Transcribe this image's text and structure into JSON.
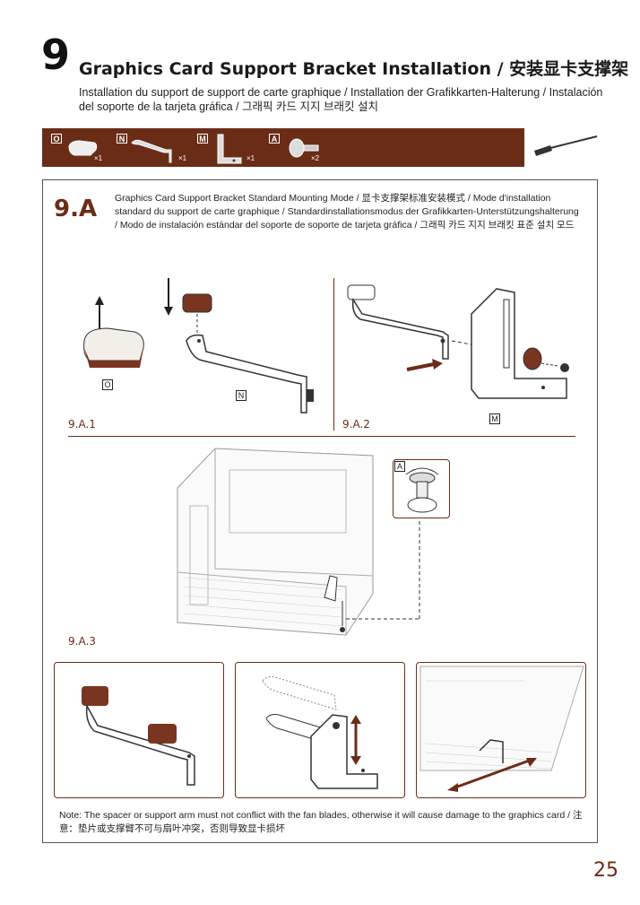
{
  "step": {
    "number": "9",
    "title": "Graphics Card Support Bracket Installation / 安装显卡支撑架",
    "subtitle": "Installation du support de support de carte graphique / Installation der Grafikkarten-Halterung / Instalación del soporte de la tarjeta gráfica / 그래픽 카드 지지 브래킷 설치"
  },
  "parts": [
    {
      "label": "O",
      "qty": "×1"
    },
    {
      "label": "N",
      "qty": "×1"
    },
    {
      "label": "M",
      "qty": "×1"
    },
    {
      "label": "A",
      "qty": "×2"
    }
  ],
  "tool_icon": "screwdriver-icon",
  "section": {
    "number": "9.A",
    "text": "Graphics Card Support Bracket Standard Mounting Mode / 显卡支撑架标准安装模式 / Mode d'installation standard du support de carte graphique / Standardinstallationsmodus der Grafikkarten-Unterstützungshalterung / Modo de instalación estándar del soporte de soporte de tarjeta gráfica / 그래픽 카드 지지 브래킷 표준 설치 모드"
  },
  "steps": {
    "s1": "9.A.1",
    "s2": "9.A.2",
    "s3": "9.A.3"
  },
  "tags": {
    "o": "O",
    "n": "N",
    "m": "M",
    "a": "A"
  },
  "note": "Note: The spacer or support arm must not conflict with the fan blades, otherwise it will cause damage to the graphics card / 注意：垫片或支撑臂不可与扇叶冲突，否则导致显卡损坏",
  "page_number": "25",
  "colors": {
    "accent": "#6b2c17",
    "pad": "#7a3520"
  }
}
